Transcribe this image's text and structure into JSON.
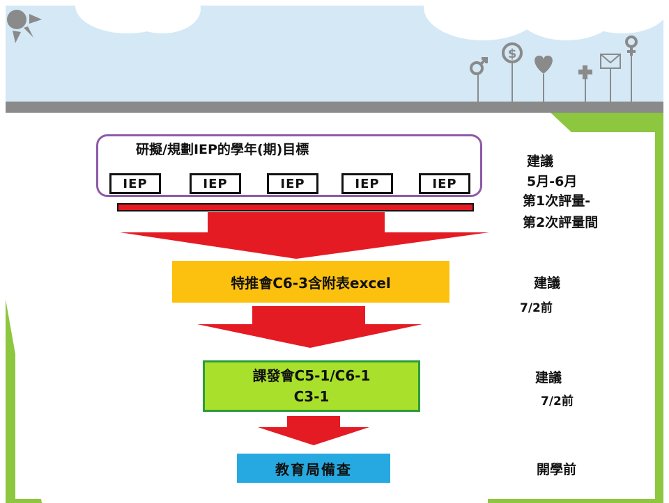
{
  "top": {
    "title": "研擬/規劃IEP的學年(期)目標",
    "iep_labels": [
      "IEP",
      "IEP",
      "IEP",
      "IEP",
      "IEP"
    ]
  },
  "steps": [
    {
      "label": "特推會C6-3含附表excel"
    },
    {
      "line1": "課發會C5-1/C6-1",
      "line2": "C3-1"
    },
    {
      "label": "教育局備查"
    }
  ],
  "notes": {
    "n1": {
      "l1": "建議",
      "l2": "5月-6月",
      "l3": "第1次評量-",
      "l4": "第2次評量間"
    },
    "n2": {
      "l1": "建議",
      "l2": "7/2前"
    },
    "n3": {
      "l1": "建議",
      "l2": "7/2前"
    },
    "n4": {
      "l1": "開學前"
    }
  },
  "colors": {
    "sky": "#d4e8f6",
    "arrow": "#e51b24",
    "box1": "#fcc10e",
    "box2": "#a9e02b",
    "box3": "#26a9e0",
    "frame": "#8c5aa8",
    "accent_green": "#8dc63f"
  },
  "icons": [
    "sun-icon",
    "male-icon",
    "dollar-icon",
    "heart-icon",
    "plus-icon",
    "mail-icon",
    "female-icon"
  ]
}
